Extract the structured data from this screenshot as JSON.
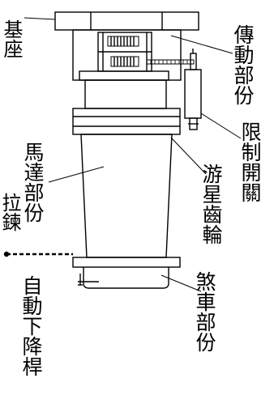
{
  "labels": {
    "base": "基座",
    "transmission": "傳動部份",
    "limit_switch": "限制開關",
    "planetary_gear": "游星齒輪",
    "motor": "馬達部份",
    "chain": "拉鍊",
    "brake": "煞車部份",
    "auto_lower_lever": "自動下降桿"
  }
}
